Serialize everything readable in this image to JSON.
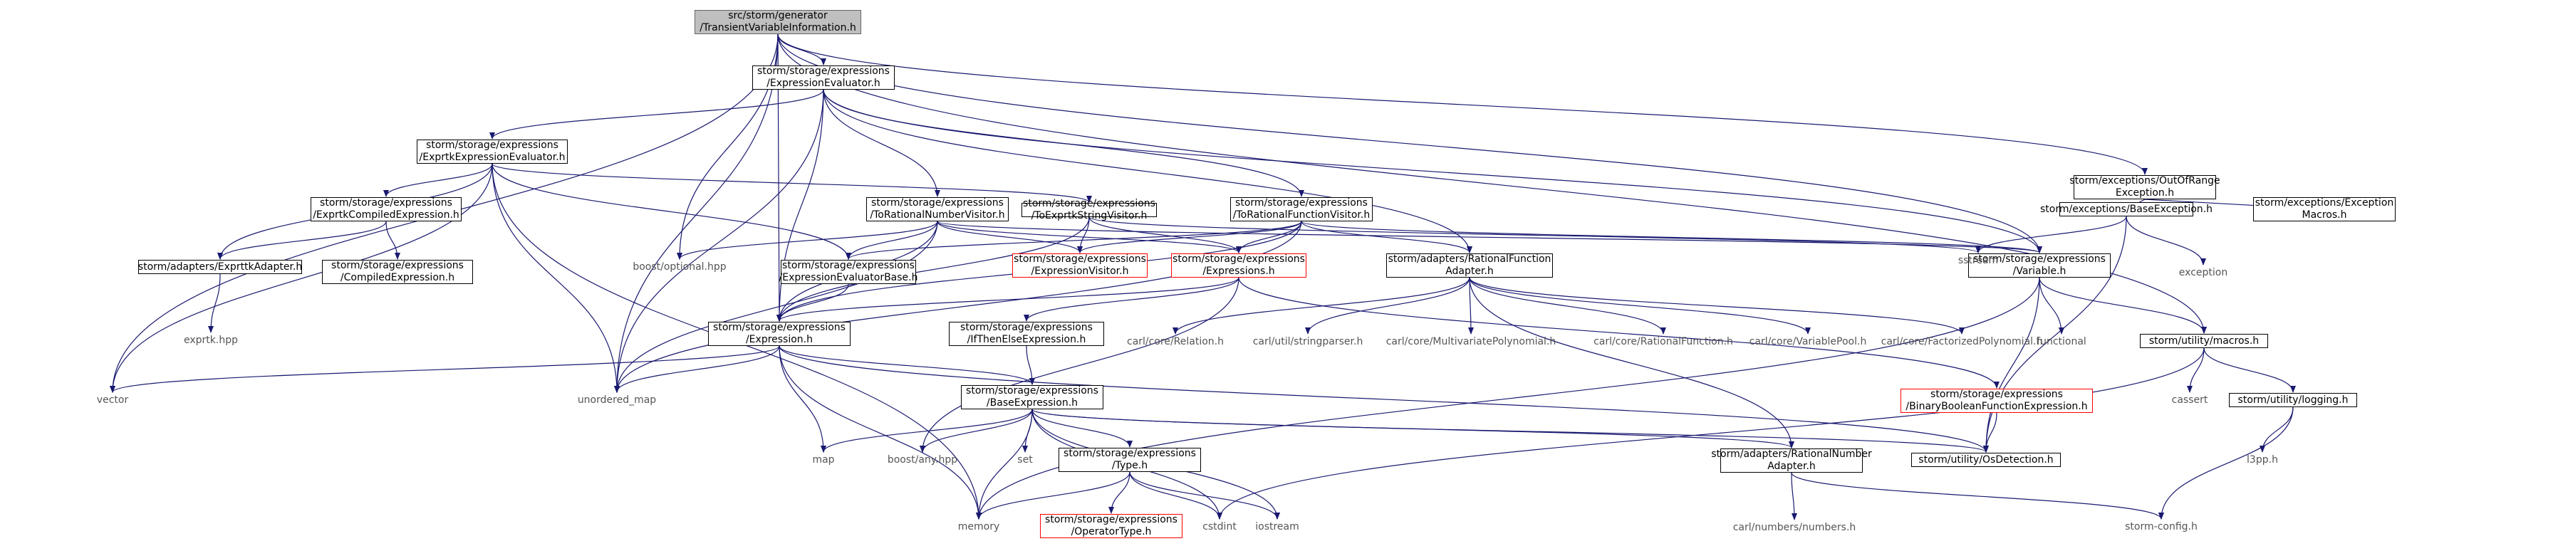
{
  "colors": {
    "edge": "#191970",
    "root_fill": "#bfbfbf",
    "box_border": "#000000",
    "missing_border": "#ff0000",
    "plain_text": "#555555"
  },
  "nodes": [
    {
      "id": "root",
      "lines": [
        "src/storm/generator",
        "/TransientVariableInformation.h"
      ],
      "style": "root"
    },
    {
      "id": "exprEval",
      "lines": [
        "storm/storage/expressions",
        "/ExpressionEvaluator.h"
      ],
      "style": "boxed"
    },
    {
      "id": "outOfRange",
      "lines": [
        "storm/exceptions/OutOfRange",
        "Exception.h"
      ],
      "style": "boxed"
    },
    {
      "id": "exprtkEval",
      "lines": [
        "storm/storage/expressions",
        "/ExprtkExpressionEvaluator.h"
      ],
      "style": "boxed"
    },
    {
      "id": "baseException",
      "lines": [
        "storm/exceptions/BaseException.h"
      ],
      "style": "boxed"
    },
    {
      "id": "exceptionMacros",
      "lines": [
        "storm/exceptions/Exception",
        "Macros.h"
      ],
      "style": "boxed"
    },
    {
      "id": "exprtkCompiled",
      "lines": [
        "storm/storage/expressions",
        "/ExprtkCompiledExpression.h"
      ],
      "style": "boxed"
    },
    {
      "id": "toRationalNumber",
      "lines": [
        "storm/storage/expressions",
        "/ToRationalNumberVisitor.h"
      ],
      "style": "boxed"
    },
    {
      "id": "toExprtkString",
      "lines": [
        "storm/storage/expressions",
        "/ToExprtkStringVisitor.h"
      ],
      "style": "boxed"
    },
    {
      "id": "toRationalFunction",
      "lines": [
        "storm/storage/expressions",
        "/ToRationalFunctionVisitor.h"
      ],
      "style": "boxed"
    },
    {
      "id": "exprtkAdapter",
      "lines": [
        "storm/adapters/ExprttkAdapter.h"
      ],
      "style": "boxed"
    },
    {
      "id": "compiledExpr",
      "lines": [
        "storm/storage/expressions",
        "/CompiledExpression.h"
      ],
      "style": "boxed"
    },
    {
      "id": "boostOptional",
      "lines": [
        "boost/optional.hpp"
      ],
      "style": "plain"
    },
    {
      "id": "evalBase",
      "lines": [
        "storm/storage/expressions",
        "/ExpressionEvaluatorBase.h"
      ],
      "style": "boxed"
    },
    {
      "id": "exprVisitor",
      "lines": [
        "storm/storage/expressions",
        "/ExpressionVisitor.h"
      ],
      "style": "red"
    },
    {
      "id": "expressions",
      "lines": [
        "storm/storage/expressions",
        "/Expressions.h"
      ],
      "style": "red"
    },
    {
      "id": "rfAdapter",
      "lines": [
        "storm/adapters/RationalFunction",
        "Adapter.h"
      ],
      "style": "boxed"
    },
    {
      "id": "variable",
      "lines": [
        "storm/storage/expressions",
        "/Variable.h"
      ],
      "style": "boxed"
    },
    {
      "id": "sstream",
      "lines": [
        "sstream"
      ],
      "style": "plain"
    },
    {
      "id": "exception",
      "lines": [
        "exception"
      ],
      "style": "plain"
    },
    {
      "id": "exprtkHpp",
      "lines": [
        "exprtk.hpp"
      ],
      "style": "plain"
    },
    {
      "id": "expression",
      "lines": [
        "storm/storage/expressions",
        "/Expression.h"
      ],
      "style": "boxed"
    },
    {
      "id": "ifThenElse",
      "lines": [
        "storm/storage/expressions",
        "/IfThenElseExpression.h"
      ],
      "style": "boxed"
    },
    {
      "id": "carlRelation",
      "lines": [
        "carl/core/Relation.h"
      ],
      "style": "plain"
    },
    {
      "id": "carlStringparser",
      "lines": [
        "carl/util/stringparser.h"
      ],
      "style": "plain"
    },
    {
      "id": "carlMultivariate",
      "lines": [
        "carl/core/MultivariatePolynomial.h"
      ],
      "style": "plain"
    },
    {
      "id": "carlRationalFunction",
      "lines": [
        "carl/core/RationalFunction.h"
      ],
      "style": "plain"
    },
    {
      "id": "carlVariablePool",
      "lines": [
        "carl/core/VariablePool.h"
      ],
      "style": "plain"
    },
    {
      "id": "carlFactorized",
      "lines": [
        "carl/core/FactorizedPolynomial.h"
      ],
      "style": "plain"
    },
    {
      "id": "functional",
      "lines": [
        "functional"
      ],
      "style": "plain"
    },
    {
      "id": "macros",
      "lines": [
        "storm/utility/macros.h"
      ],
      "style": "boxed"
    },
    {
      "id": "vector",
      "lines": [
        "vector"
      ],
      "style": "plain"
    },
    {
      "id": "unorderedMap",
      "lines": [
        "unordered_map"
      ],
      "style": "plain"
    },
    {
      "id": "binaryBoolean",
      "lines": [
        "storm/storage/expressions",
        "/BinaryBooleanFunctionExpression.h"
      ],
      "style": "red"
    },
    {
      "id": "cassert",
      "lines": [
        "cassert"
      ],
      "style": "plain"
    },
    {
      "id": "logging",
      "lines": [
        "storm/utility/logging.h"
      ],
      "style": "boxed"
    },
    {
      "id": "baseExpression",
      "lines": [
        "storm/storage/expressions",
        "/BaseExpression.h"
      ],
      "style": "boxed"
    },
    {
      "id": "map",
      "lines": [
        "map"
      ],
      "style": "plain"
    },
    {
      "id": "boostAny",
      "lines": [
        "boost/any.hpp"
      ],
      "style": "plain"
    },
    {
      "id": "set",
      "lines": [
        "set"
      ],
      "style": "plain"
    },
    {
      "id": "typeH",
      "lines": [
        "storm/storage/expressions",
        "/Type.h"
      ],
      "style": "boxed"
    },
    {
      "id": "rnAdapter",
      "lines": [
        "storm/adapters/RationalNumber",
        "Adapter.h"
      ],
      "style": "boxed"
    },
    {
      "id": "osDetection",
      "lines": [
        "storm/utility/OsDetection.h"
      ],
      "style": "boxed"
    },
    {
      "id": "l3pp",
      "lines": [
        "l3pp.h"
      ],
      "style": "plain"
    },
    {
      "id": "memory",
      "lines": [
        "memory"
      ],
      "style": "plain"
    },
    {
      "id": "operatorType",
      "lines": [
        "storm/storage/expressions",
        "/OperatorType.h"
      ],
      "style": "red"
    },
    {
      "id": "cstdint",
      "lines": [
        "cstdint"
      ],
      "style": "plain"
    },
    {
      "id": "iostream",
      "lines": [
        "iostream"
      ],
      "style": "plain"
    },
    {
      "id": "carlNumbers",
      "lines": [
        "carl/numbers/numbers.h"
      ],
      "style": "plain"
    },
    {
      "id": "stormConfig",
      "lines": [
        "storm-config.h"
      ],
      "style": "plain"
    }
  ],
  "edges": [
    [
      "root",
      "exprEval"
    ],
    [
      "root",
      "outOfRange"
    ],
    [
      "root",
      "variable"
    ],
    [
      "root",
      "macros"
    ],
    [
      "root",
      "expression"
    ],
    [
      "root",
      "vector"
    ],
    [
      "root",
      "unorderedMap"
    ],
    [
      "root",
      "boostOptional"
    ],
    [
      "exprEval",
      "exprtkEval"
    ],
    [
      "exprEval",
      "toRationalNumber"
    ],
    [
      "exprEval",
      "toRationalFunction"
    ],
    [
      "exprEval",
      "rfAdapter"
    ],
    [
      "exprEval",
      "variable"
    ],
    [
      "exprEval",
      "expression"
    ],
    [
      "exprEval",
      "unorderedMap"
    ],
    [
      "outOfRange",
      "baseException"
    ],
    [
      "outOfRange",
      "exceptionMacros"
    ],
    [
      "baseException",
      "sstream"
    ],
    [
      "baseException",
      "exception"
    ],
    [
      "baseException",
      "osDetection"
    ],
    [
      "exprtkEval",
      "exprtkCompiled"
    ],
    [
      "exprtkEval",
      "toExprtkString"
    ],
    [
      "exprtkEval",
      "exprtkAdapter"
    ],
    [
      "exprtkEval",
      "evalBase"
    ],
    [
      "exprtkEval",
      "vector"
    ],
    [
      "exprtkEval",
      "unorderedMap"
    ],
    [
      "exprtkEval",
      "memory"
    ],
    [
      "exprtkCompiled",
      "exprtkAdapter"
    ],
    [
      "exprtkCompiled",
      "compiledExpr"
    ],
    [
      "toRationalNumber",
      "exprVisitor"
    ],
    [
      "toRationalNumber",
      "expressions"
    ],
    [
      "toRationalNumber",
      "evalBase"
    ],
    [
      "toRationalNumber",
      "boostOptional"
    ],
    [
      "toRationalNumber",
      "expression"
    ],
    [
      "toRationalNumber",
      "variable"
    ],
    [
      "toRationalNumber",
      "unorderedMap"
    ],
    [
      "toExprtkString",
      "exprVisitor"
    ],
    [
      "toExprtkString",
      "expressions"
    ],
    [
      "toExprtkString",
      "expression"
    ],
    [
      "toExprtkString",
      "sstream"
    ],
    [
      "toRationalFunction",
      "exprVisitor"
    ],
    [
      "toRationalFunction",
      "expressions"
    ],
    [
      "toRationalFunction",
      "rfAdapter"
    ],
    [
      "toRationalFunction",
      "variable"
    ],
    [
      "toRationalFunction",
      "evalBase"
    ],
    [
      "toRationalFunction",
      "expression"
    ],
    [
      "toRationalFunction",
      "unorderedMap"
    ],
    [
      "exprtkAdapter",
      "exprtkHpp"
    ],
    [
      "evalBase",
      "expression"
    ],
    [
      "expressions",
      "ifThenElse"
    ],
    [
      "expressions",
      "binaryBoolean"
    ],
    [
      "expressions",
      "boostAny"
    ],
    [
      "expressions",
      "expression"
    ],
    [
      "rfAdapter",
      "carlRelation"
    ],
    [
      "rfAdapter",
      "carlStringparser"
    ],
    [
      "rfAdapter",
      "carlMultivariate"
    ],
    [
      "rfAdapter",
      "carlRationalFunction"
    ],
    [
      "rfAdapter",
      "carlVariablePool"
    ],
    [
      "rfAdapter",
      "carlFactorized"
    ],
    [
      "rfAdapter",
      "rnAdapter"
    ],
    [
      "variable",
      "functional"
    ],
    [
      "variable",
      "macros"
    ],
    [
      "variable",
      "osDetection"
    ],
    [
      "variable",
      "memory"
    ],
    [
      "expression",
      "baseExpression"
    ],
    [
      "expression",
      "vector"
    ],
    [
      "expression",
      "unorderedMap"
    ],
    [
      "expression",
      "map"
    ],
    [
      "expression",
      "memory"
    ],
    [
      "expression",
      "osDetection"
    ],
    [
      "ifThenElse",
      "baseExpression"
    ],
    [
      "macros",
      "cassert"
    ],
    [
      "macros",
      "logging"
    ],
    [
      "macros",
      "cstdint"
    ],
    [
      "logging",
      "l3pp"
    ],
    [
      "logging",
      "stormConfig"
    ],
    [
      "binaryBoolean",
      "osDetection"
    ],
    [
      "baseExpression",
      "map"
    ],
    [
      "baseExpression",
      "boostAny"
    ],
    [
      "baseExpression",
      "set"
    ],
    [
      "baseExpression",
      "typeH"
    ],
    [
      "baseExpression",
      "memory"
    ],
    [
      "baseExpression",
      "cstdint"
    ],
    [
      "baseExpression",
      "iostream"
    ],
    [
      "baseExpression",
      "rnAdapter"
    ],
    [
      "baseExpression",
      "osDetection"
    ],
    [
      "typeH",
      "operatorType"
    ],
    [
      "typeH",
      "memory"
    ],
    [
      "typeH",
      "cstdint"
    ],
    [
      "typeH",
      "iostream"
    ],
    [
      "rnAdapter",
      "carlNumbers"
    ],
    [
      "rnAdapter",
      "stormConfig"
    ]
  ]
}
